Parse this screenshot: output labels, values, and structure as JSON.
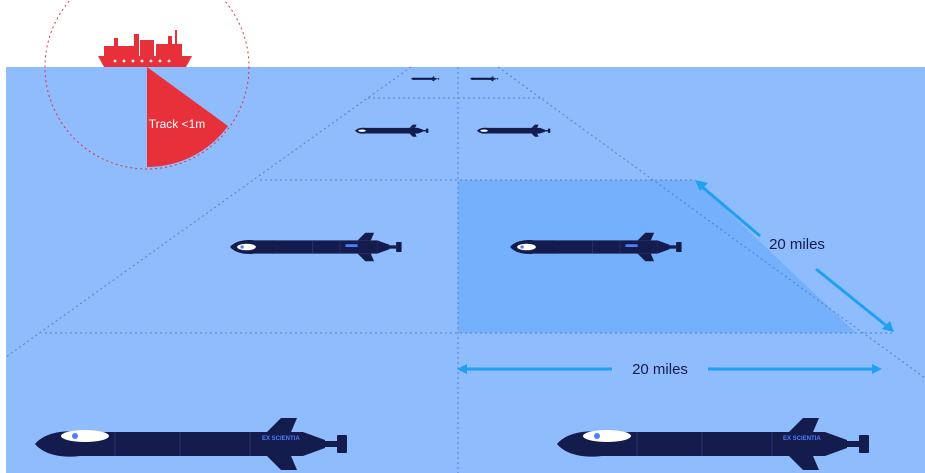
{
  "colors": {
    "sky": "#ffffff",
    "water": "#8fbcfd",
    "water_highlight": "#74b0fb",
    "vessel": "#e8303a",
    "auv": "#141b4d",
    "auv_window": "#ffffff",
    "auv_logo": "#4e7dff",
    "dimension_arrow": "#1fa0f2",
    "dotted_grid": "#3f6fd1"
  },
  "vessel": {
    "icon": "ship-icon"
  },
  "sonar": {
    "label": "Track <1m"
  },
  "auv_logo_text": "EX SCIENTIA",
  "dimensions": {
    "diagonal": "20 miles",
    "horizontal": "20 miles"
  }
}
